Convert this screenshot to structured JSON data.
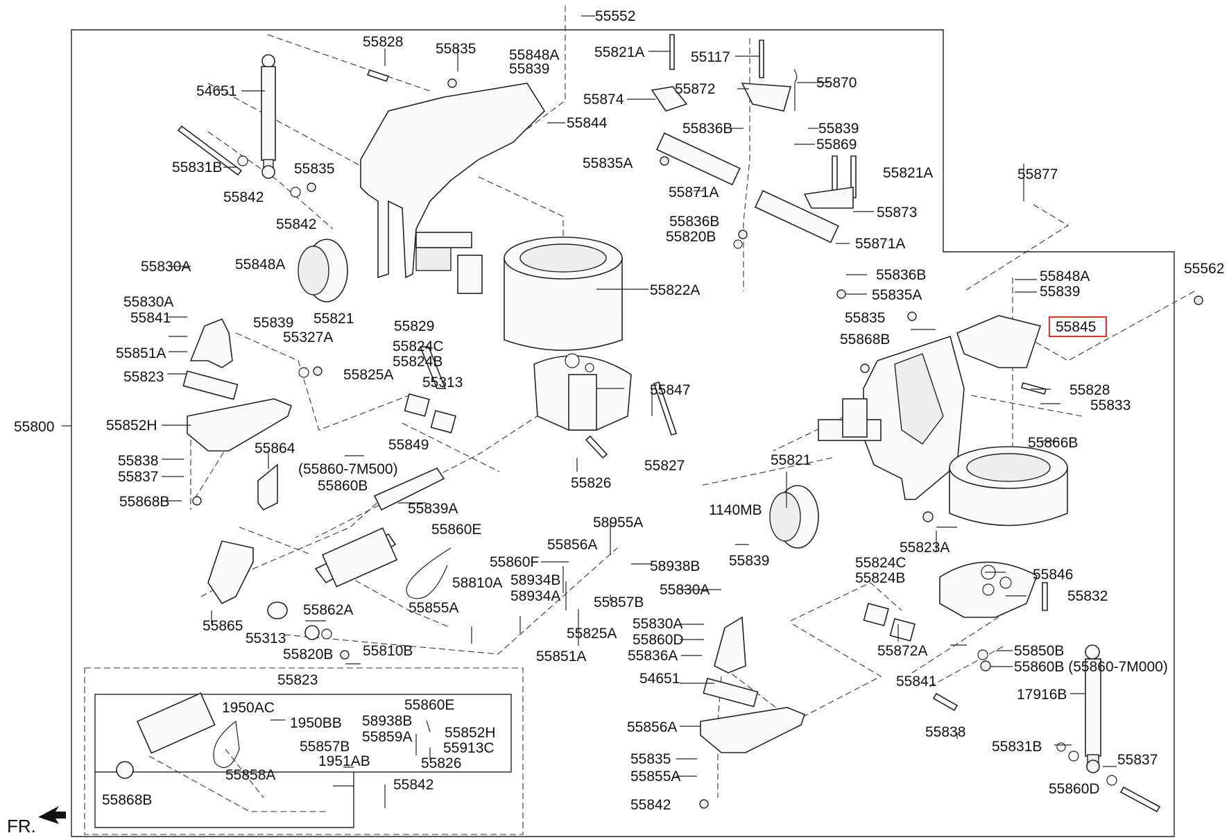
{
  "diagram": {
    "direction_marker": "FR.",
    "labels": [
      "55552",
      "55828",
      "55835",
      "55848A",
      "55839",
      "55821A",
      "55117",
      "55870",
      "54651",
      "55874",
      "55872",
      "55844",
      "55836B",
      "55839",
      "55869",
      "55831B",
      "55835",
      "55835A",
      "55821A",
      "55877",
      "55842",
      "55842",
      "55871A",
      "55873",
      "55836B",
      "55820B",
      "55871A",
      "55830A",
      "55848A",
      "55821",
      "55829",
      "55822A",
      "55836B",
      "55835A",
      "55848A",
      "55562",
      "55839",
      "55830A",
      "55839",
      "55841",
      "55327A",
      "55835",
      "55845",
      "55868B",
      "55851A",
      "55824C",
      "55824B",
      "55825A",
      "55313",
      "55847",
      "55823",
      "55828",
      "55833",
      "55800",
      "55852H",
      "55866B",
      "55864",
      "55849",
      "55838",
      "55827",
      "55826",
      "55821",
      "(55860-7M500)",
      "55860B",
      "55837",
      "55868B",
      "55839A",
      "1140MB",
      "55860E",
      "55823A",
      "55839",
      "58955A",
      "55856A",
      "55860F",
      "58938B",
      "55824C",
      "55824B",
      "58934B",
      "58810A",
      "58934A",
      "55846",
      "55857B",
      "55830A",
      "55832",
      "55855A",
      "55862A",
      "55865",
      "55825A",
      "55830A",
      "55841",
      "55860D",
      "55313",
      "55872A",
      "55850B",
      "55820B",
      "55810B",
      "55851A",
      "55836A",
      "55860B (55860-7M000)",
      "55823",
      "54651",
      "17916B",
      "1950AC",
      "55860E",
      "1950BB",
      "58938B",
      "55852H",
      "55856A",
      "55859A",
      "55857B",
      "55913C",
      "1951AB",
      "55826",
      "55838",
      "55835",
      "55831B",
      "55837",
      "55855A",
      "55858A",
      "55842",
      "55860D",
      "55868B",
      "55842"
    ],
    "highlighted_part": "55845",
    "highlight_color": "#e0302c"
  }
}
